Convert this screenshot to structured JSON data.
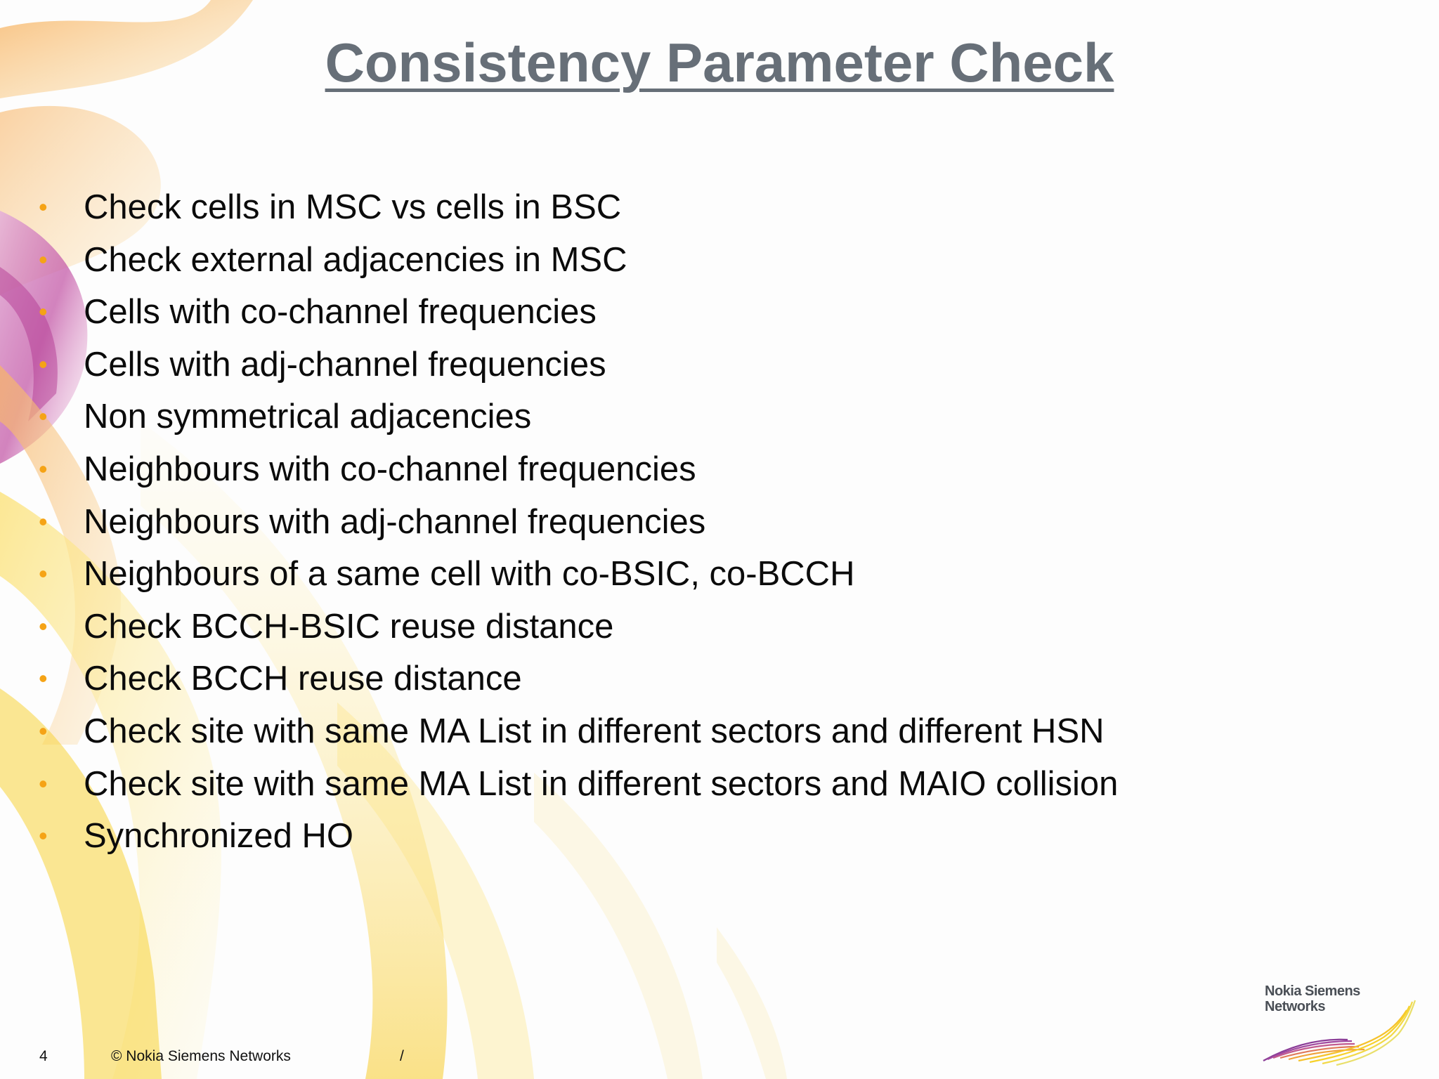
{
  "slide": {
    "title": "Consistency Parameter Check",
    "bullets": [
      "Check cells in MSC vs cells in BSC",
      "Check external adjacencies in MSC",
      "Cells with co-channel frequencies",
      "Cells with adj-channel frequencies",
      "Non symmetrical adjacencies",
      "Neighbours with co-channel frequencies",
      "Neighbours with adj-channel frequencies",
      "Neighbours of a same cell with co-BSIC, co-BCCH",
      "Check BCCH-BSIC reuse distance",
      "Check BCCH reuse distance",
      "Check site with same MA List in different sectors and different HSN",
      "Check site with same MA List in different sectors and MAIO collision",
      "Synchronized HO"
    ],
    "bullet_glyph": "•"
  },
  "footer": {
    "page_number": "4",
    "copyright": "© Nokia Siemens Networks",
    "separator": "/"
  },
  "logo": {
    "line1": "Nokia Siemens",
    "line2": "Networks"
  },
  "colors": {
    "title": "#676f78",
    "bullet": "#f5a316",
    "text": "#0b0b0b",
    "swoosh_yellow": "#f7d43a",
    "swoosh_orange": "#f3a64a",
    "swoosh_magenta": "#b23a9a"
  }
}
